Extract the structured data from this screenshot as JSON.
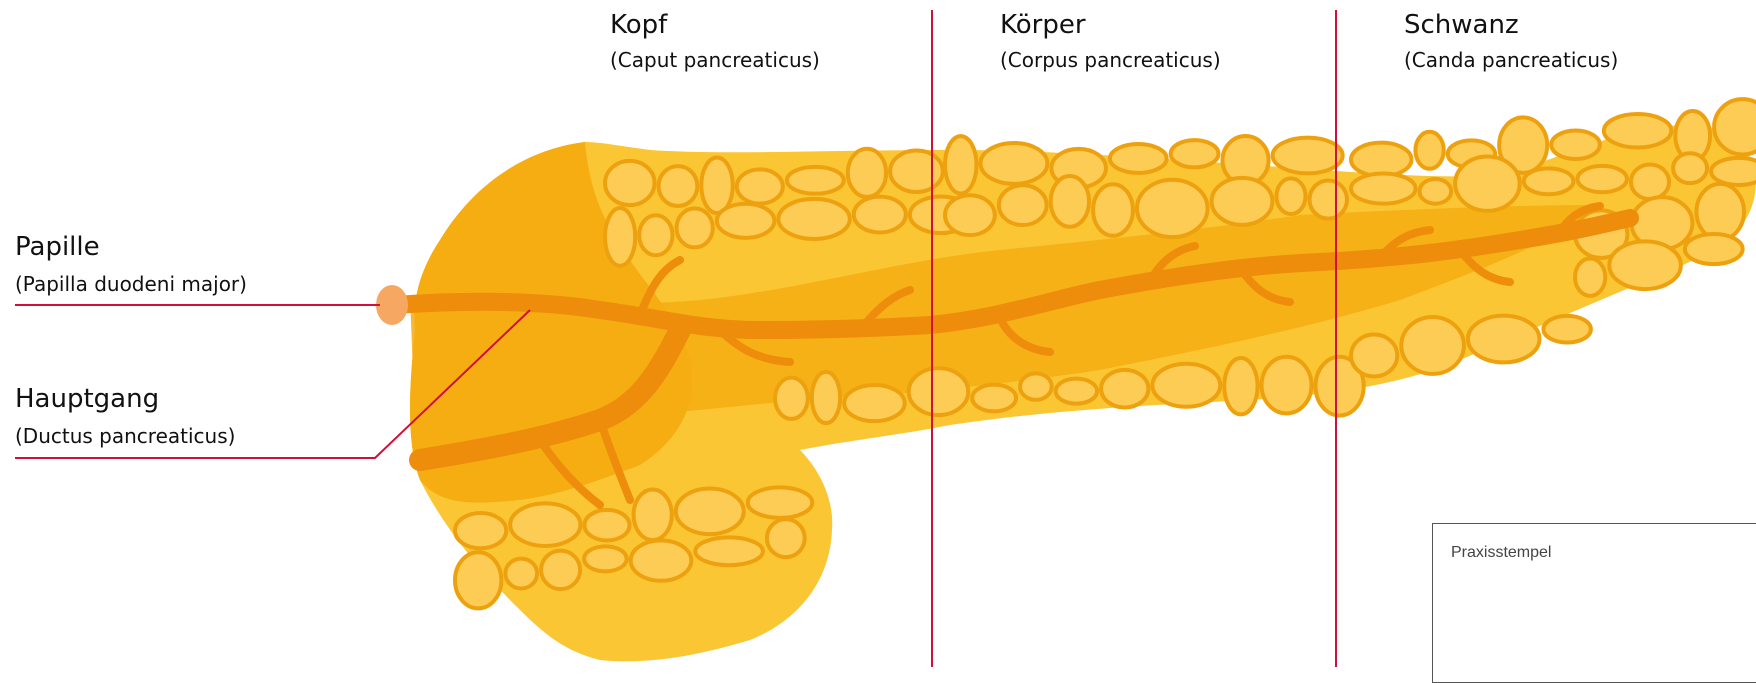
{
  "regions": {
    "head": {
      "title": "Kopf",
      "latin": "(Caput pancreaticus)"
    },
    "body": {
      "title": "Körper",
      "latin": "(Corpus pancreaticus)"
    },
    "tail": {
      "title": "Schwanz",
      "latin": "(Canda pancreaticus)"
    }
  },
  "labels": {
    "papilla": {
      "title": "Papille",
      "latin": "(Papilla duodeni major)"
    },
    "duct": {
      "title": "Hauptgang",
      "latin": "(Ductus pancreaticus)"
    }
  },
  "stamp": {
    "label": "Praxisstempel"
  },
  "colors": {
    "divider": "#d0103a",
    "tissue_outer": "#fbc634",
    "tissue_inner": "#f5ad12",
    "lobule_fill": "#fccc55",
    "lobule_stroke": "#eea10f",
    "duct": "#ee8c0c",
    "papilla": "#f6a863"
  }
}
